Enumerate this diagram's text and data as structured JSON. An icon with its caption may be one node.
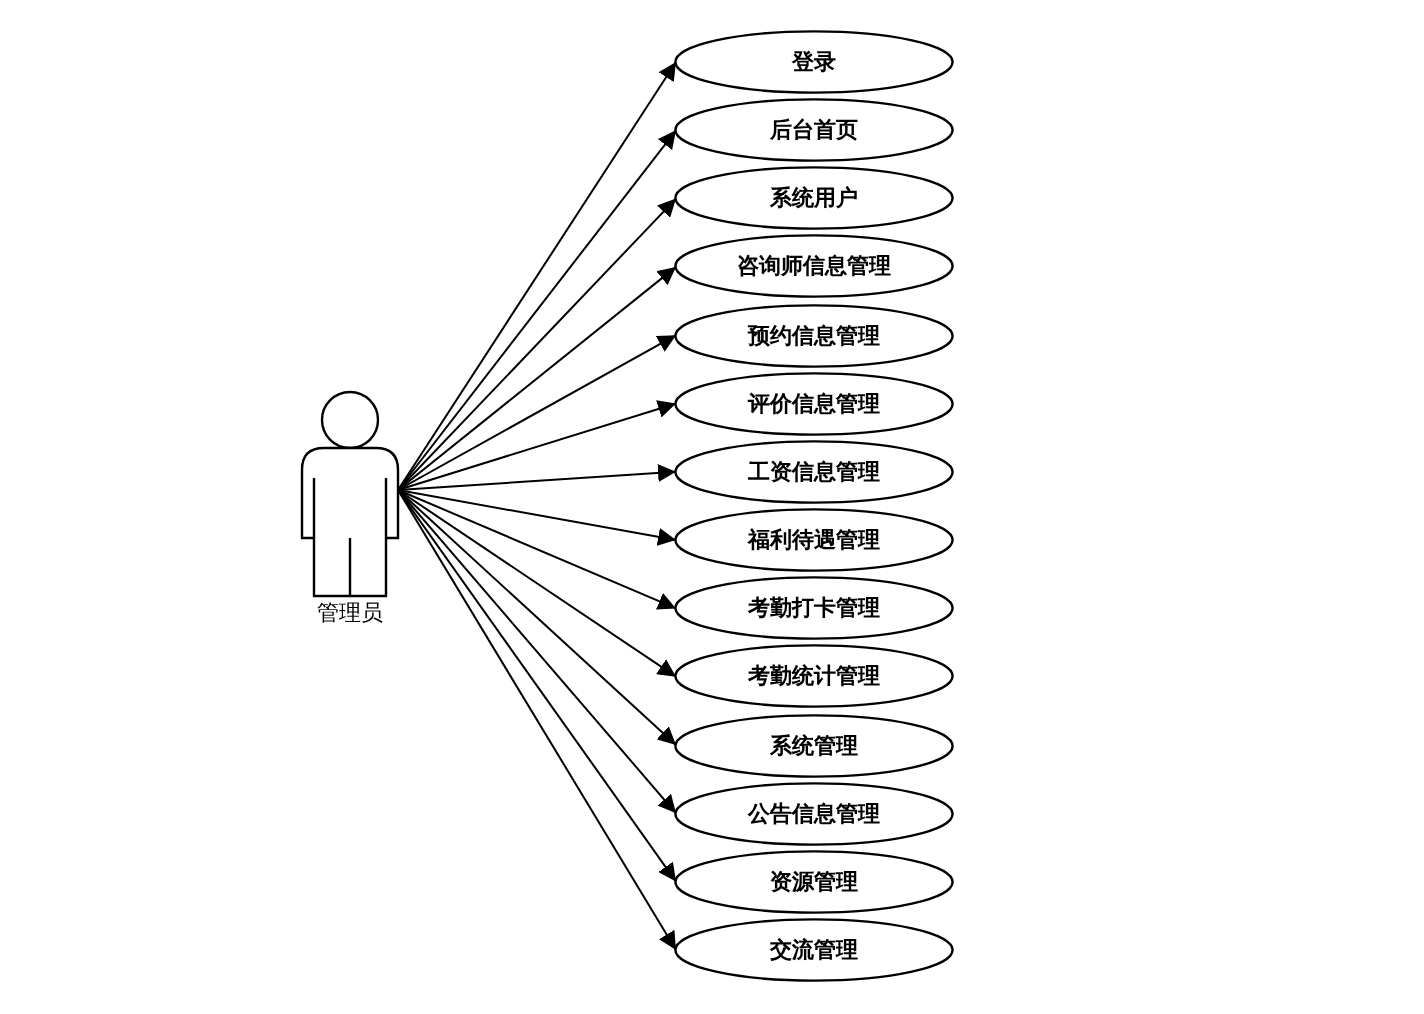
{
  "diagram": {
    "nodes": [
      {
        "text": [
          "管理员"
        ]
      },
      {
        "text": [
          "登录"
        ]
      },
      {
        "text": [
          "后台首页"
        ]
      },
      {
        "text": [
          "系统用户"
        ]
      },
      {
        "text": [
          "咨询师信息管理"
        ]
      },
      {
        "text": [
          "预约信息管理"
        ]
      },
      {
        "text": [
          "评价信息管理"
        ]
      },
      {
        "text": [
          "工资信息管理"
        ]
      },
      {
        "text": [
          "福利待遇管理"
        ]
      },
      {
        "text": [
          "考勤打卡管理"
        ]
      },
      {
        "text": [
          "考勤统计管理"
        ]
      },
      {
        "text": [
          "系统管理"
        ]
      },
      {
        "text": [
          "公告信息管理"
        ]
      },
      {
        "text": [
          "资源管理"
        ]
      },
      {
        "text": [
          "交流管理"
        ]
      }
    ],
    "edges": [
      {
        "from": 0,
        "to": 1,
        "arrow": "to"
      },
      {
        "from": 0,
        "to": 2,
        "arrow": "to"
      },
      {
        "from": 0,
        "to": 3,
        "arrow": "to"
      },
      {
        "from": 0,
        "to": 4,
        "arrow": "to"
      },
      {
        "from": 0,
        "to": 5,
        "arrow": "to"
      },
      {
        "from": 0,
        "to": 6,
        "arrow": "to"
      },
      {
        "from": 0,
        "to": 7,
        "arrow": "to"
      },
      {
        "from": 0,
        "to": 8,
        "arrow": "to"
      },
      {
        "from": 0,
        "to": 9,
        "arrow": "to"
      },
      {
        "from": 0,
        "to": 10,
        "arrow": "to"
      },
      {
        "from": 0,
        "to": 11,
        "arrow": "to"
      },
      {
        "from": 0,
        "to": 12,
        "arrow": "to"
      },
      {
        "from": 0,
        "to": 13,
        "arrow": "to"
      },
      {
        "from": 0,
        "to": 14,
        "arrow": "to"
      }
    ]
  }
}
